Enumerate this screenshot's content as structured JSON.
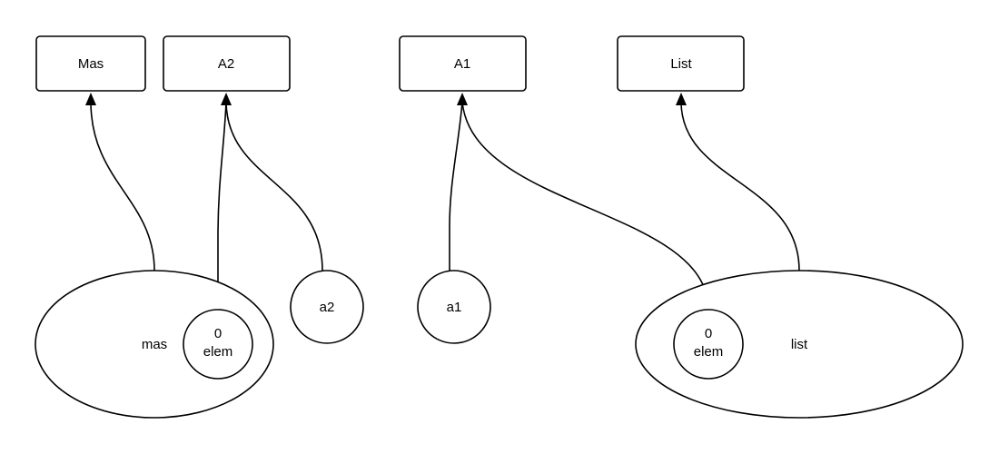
{
  "class_boxes": {
    "mas": "Mas",
    "a2": "A2",
    "a1": "A1",
    "list": "List"
  },
  "objects": {
    "mas": "mas",
    "mas_elem_index": "0",
    "mas_elem_name": "elem",
    "a2": "a2",
    "a1": "a1",
    "list": "list",
    "list_elem_index": "0",
    "list_elem_name": "elem"
  },
  "edges": [
    {
      "from": "mas",
      "to": "Mas"
    },
    {
      "from": "mas elem 0",
      "to": "A2"
    },
    {
      "from": "a2",
      "to": "A2"
    },
    {
      "from": "a1",
      "to": "A1"
    },
    {
      "from": "list elem 0",
      "to": "A1"
    },
    {
      "from": "list",
      "to": "List"
    }
  ]
}
